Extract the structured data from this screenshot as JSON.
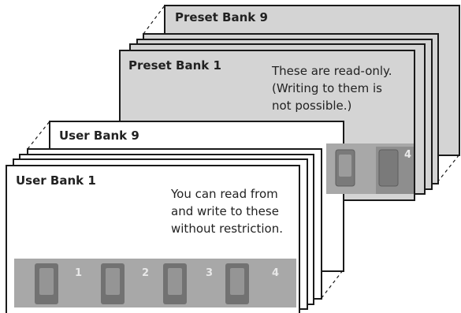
{
  "preset_bank_last": "Preset Bank 9",
  "preset_bank_first": "Preset Bank 1",
  "preset_note": [
    "These are read-only.",
    "(Writing to them is",
    "not possible.)"
  ],
  "user_bank_last": "User Bank 9",
  "user_bank_first": "User Bank 1",
  "user_note": [
    "You can read from",
    "and write to these",
    "without restriction."
  ],
  "pedal_labels": [
    "1",
    "2",
    "3",
    "4"
  ],
  "colors": {
    "preset_fill": "#d4d4d4",
    "user_fill": "#ffffff",
    "border": "#1a1a1a",
    "pedal_strip": "#a8a8a8"
  }
}
